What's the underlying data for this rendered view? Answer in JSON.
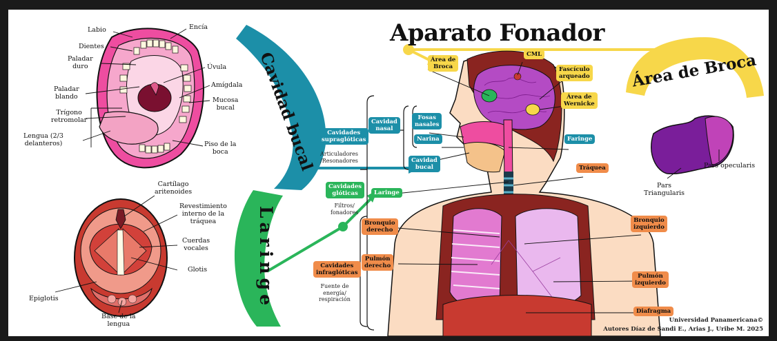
{
  "title": "Aparato Fonador",
  "banners": {
    "cavidad_bucal": "Cavidad bucal",
    "laringe": "Laringe",
    "area_broca": "Área de Broca"
  },
  "mouth_labels": {
    "labio": "Labio",
    "encia": "Encía",
    "dientes": "Dientes",
    "paladar_duro": "Paladar\nduro",
    "uvula": "Úvula",
    "amigdala": "Amígdala",
    "paladar_blando": "Paladar\nblando",
    "mucosa_bucal": "Mucosa\nbucal",
    "trigono": "Trígono\nretromolar",
    "lengua": "Lengua (2/3\ndelanteros)",
    "piso_boca": "Piso de la\nboca"
  },
  "larynx_labels": {
    "cartilago": "Cartílago\naritenoides",
    "revestimiento": "Revestimiento\ninterno de la\ntráquea",
    "cuerdas": "Cuerdas\nvocales",
    "glotis": "Glotis",
    "epiglotis": "Epiglotis",
    "base_lengua": "Base de la\nlengua"
  },
  "tree": {
    "supraglotticas": "Cavidades\nsupraglóticas",
    "articuladores": "Articuladores\n/Resonadores",
    "cavidad_nasal": "Cavidad\nnasal",
    "fosas_nasales": "Fosas\nnasales",
    "narina": "Narina",
    "cavidad_bucal": "Cavidad\nbucal",
    "gloticas": "Cavidades\nglóticas",
    "filtros": "Filtros/\nfonadores",
    "laringe": "Laringe",
    "infragloticas": "Cavidades\ninfraglóticas",
    "fuente": "Fuente de\nenergía/\nrespiración"
  },
  "body_tags": {
    "area_broca": "Área de\nBroca",
    "cml": "CML",
    "fasciculo": "Fascículo\narqueado",
    "wernicke": "Área de\nWernicke",
    "faringe": "Faringe",
    "traquea": "Tráquea",
    "bronquio_der": "Bronquio\nderecho",
    "bronquio_izq": "Bronquio\nizquierdo",
    "pulmon_der": "Pulmón\nderecho",
    "pulmon_izq": "Pulmón\nizquierdo",
    "diafragma": "Diafragma"
  },
  "broca_labels": {
    "pars_opercularis": "Pars opecularis",
    "pars_triangularis": "Pars\nTriangularis"
  },
  "credits": {
    "line1": "Universidad Panamericana©",
    "line2": "Autores Díaz de Sandi E., Arias J., Uribe M. 2025"
  },
  "colors": {
    "teal": "#1c8fa8",
    "green": "#2ab55a",
    "yellow": "#f7d74a",
    "orange": "#f08c4a"
  }
}
